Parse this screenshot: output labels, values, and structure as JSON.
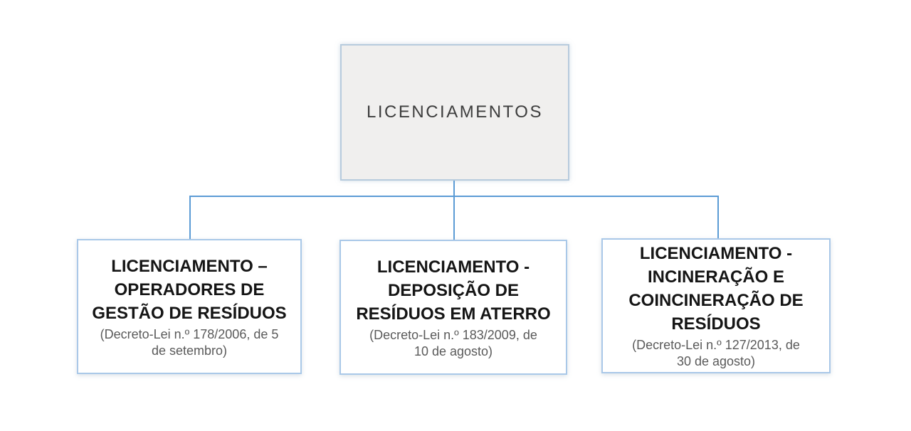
{
  "diagram": {
    "root": {
      "label": "LICENCIAMENTOS"
    },
    "children": [
      {
        "title_lines": [
          "LICENCIAMENTO –",
          "OPERADORES DE",
          "GESTÃO DE RESÍDUOS"
        ],
        "subtitle_lines": [
          "(Decreto-Lei n.º 178/2006, de 5",
          "de setembro)"
        ]
      },
      {
        "title_lines": [
          "LICENCIAMENTO -",
          "DEPOSIÇÃO DE",
          "RESÍDUOS EM ATERRO"
        ],
        "subtitle_lines": [
          "(Decreto-Lei n.º 183/2009, de",
          "10 de agosto)"
        ]
      },
      {
        "title_lines": [
          "LICENCIAMENTO -",
          "INCINERAÇÃO E",
          "COINCINERAÇÃO DE",
          "RESÍDUOS"
        ],
        "subtitle_lines": [
          "(Decreto-Lei n.º 127/2013, de",
          "30 de agosto)"
        ]
      }
    ],
    "colors": {
      "connector": "#5b9bd5",
      "box_border": "#a9c8e8",
      "root_fill": "#f0efee",
      "root_border": "#b7cbdd",
      "title_text": "#151515",
      "subtitle_text": "#5a5a5a",
      "root_text": "#3d3d3d"
    }
  }
}
